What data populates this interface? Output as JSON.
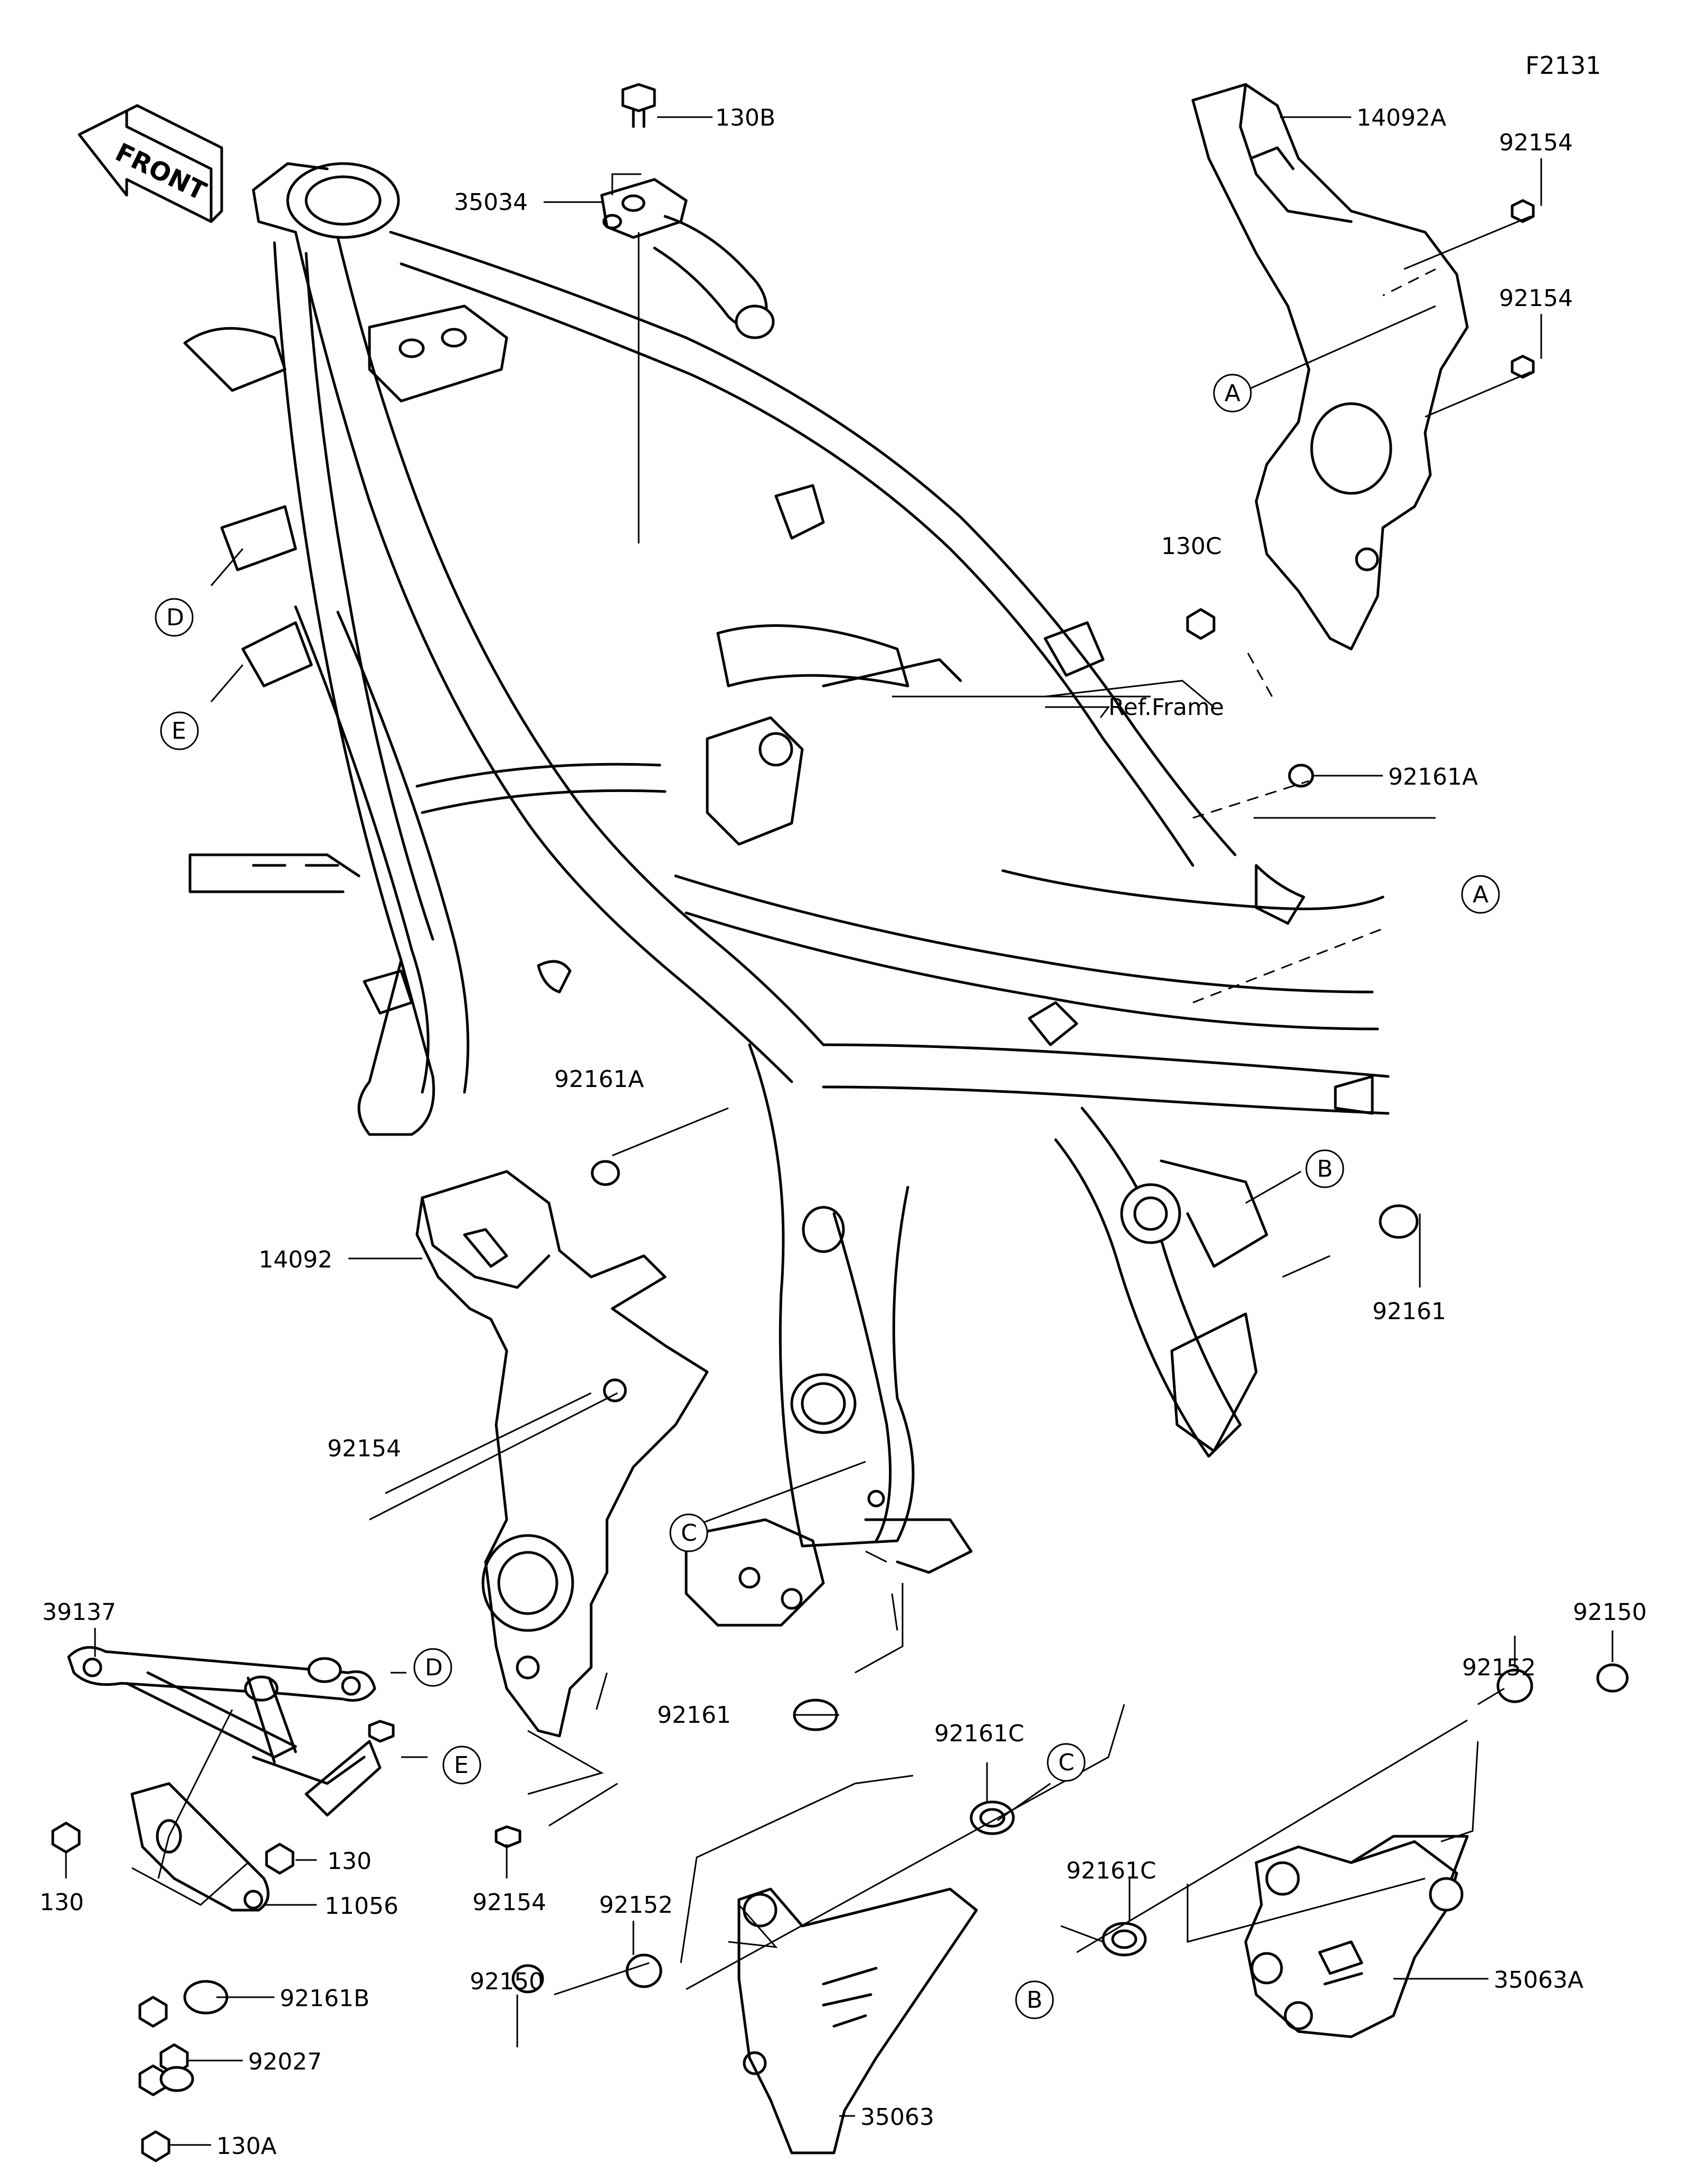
{
  "figure_code": "F2131",
  "front_label": "FRONT",
  "ref_label": "Ref.Frame",
  "part_numbers": {
    "p130B": "130B",
    "p35034": "35034",
    "p14092A": "14092A",
    "p92154_a": "92154",
    "p92154_b": "92154",
    "p130C": "130C",
    "p92161A_a": "92161A",
    "p92161A_b": "92161A",
    "p14092": "14092",
    "p92161_a": "92161",
    "p92154_c": "92154",
    "p39137": "39137",
    "p92150_a": "92150",
    "p92152_a": "92152",
    "p92161_b": "92161",
    "p92161C_a": "92161C",
    "p92161C_b": "92161C",
    "p130_a": "130",
    "p130_b": "130",
    "p11056": "11056",
    "p92154_d": "92154",
    "p92152_b": "92152",
    "p92150_b": "92150",
    "p35063A": "35063A",
    "p92161B": "92161B",
    "p92027": "92027",
    "p35063": "35063",
    "p130A": "130A"
  },
  "ref_letters": {
    "A1": "A",
    "A2": "A",
    "B1": "B",
    "B2": "B",
    "C1": "C",
    "C2": "C",
    "D1": "D",
    "D2": "D",
    "E1": "E",
    "E2": "E"
  }
}
